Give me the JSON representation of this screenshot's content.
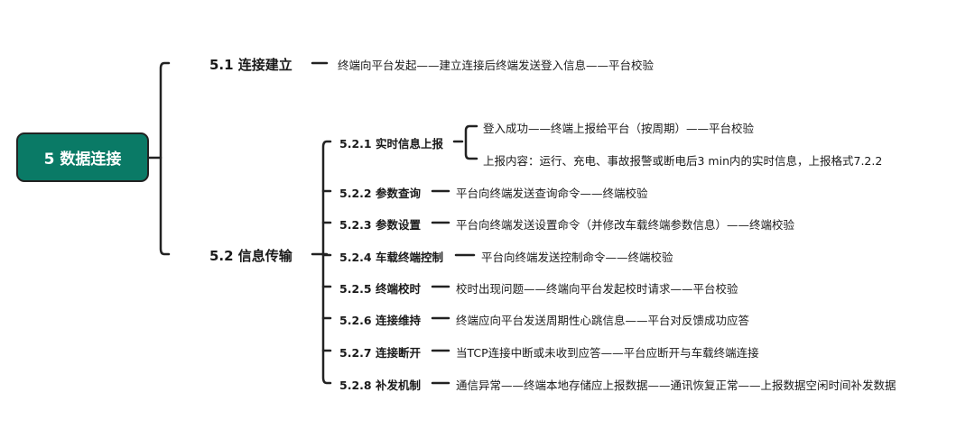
{
  "root": {
    "label": "5 数据连接"
  },
  "branches": [
    {
      "label": "5.1 连接建立",
      "text": "终端向平台发起——建立连接后终端发送登入信息——平台校验"
    },
    {
      "label": "5.2 信息传输",
      "children": [
        {
          "label": "5.2.1 实时信息上报",
          "items": [
            "登入成功——终端上报给平台（按周期）——平台校验",
            "上报内容：运行、充电、事故报警或断电后3 min内的实时信息，上报格式7.2.2"
          ]
        },
        {
          "label": "5.2.2 参数查询",
          "text": "平台向终端发送查询命令——终端校验"
        },
        {
          "label": "5.2.3 参数设置",
          "text": "平台向终端发送设置命令（并修改车载终端参数信息）——终端校验"
        },
        {
          "label": "5.2.4 车载终端控制",
          "text": "平台向终端发送控制命令——终端校验"
        },
        {
          "label": "5.2.5 终端校时",
          "text": "校时出现问题——终端向平台发起校时请求——平台校验"
        },
        {
          "label": "5.2.6 连接维持",
          "text": "终端应向平台发送周期性心跳信息——平台对反馈成功应答"
        },
        {
          "label": "5.2.7 连接断开",
          "text": "当TCP连接中断或未收到应答——平台应断开与车载终端连接"
        },
        {
          "label": "5.2.8 补发机制",
          "text": "通信异常——终端本地存储应上报数据——通讯恢复正常——上报数据空闲时间补发数据"
        }
      ]
    }
  ]
}
